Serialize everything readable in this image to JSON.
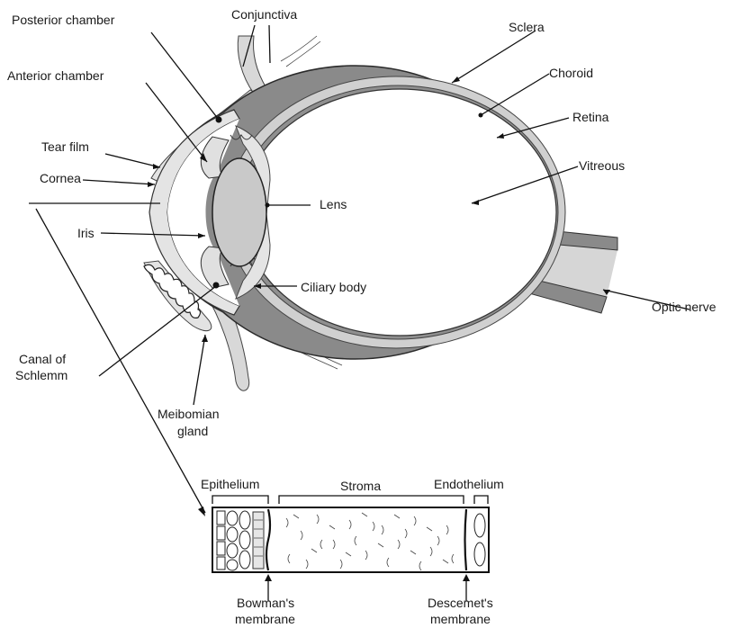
{
  "figure": {
    "title": "",
    "labels": {
      "posterior_chamber": "Posterior chamber",
      "conjunctiva": "Conjunctiva",
      "sclera": "Sclera",
      "anterior_chamber": "Anterior chamber",
      "choroid": "Choroid",
      "retina": "Retina",
      "tear_film": "Tear film",
      "vitreous": "Vitreous",
      "cornea": "Cornea",
      "lens": "Lens",
      "iris": "Iris",
      "ciliary_body": "Ciliary body",
      "optic_nerve": "Optic nerve",
      "canal_line1": "Canal of",
      "canal_line2": "Schlemm",
      "meibomian_line1": "Meibomian",
      "meibomian_line2": "gland"
    },
    "cornea_section": {
      "epithelium": "Epithelium",
      "stroma": "Stroma",
      "endothelium": "Endothelium",
      "bowman_line1": "Bowman's",
      "bowman_line2": "membrane",
      "descemet_line1": "Descemet's",
      "descemet_line2": "membrane"
    }
  },
  "colors": {
    "sclera": "#8a8a8a",
    "choroid": "#d0d0d0",
    "retina": "#8f8f8f",
    "lens": "#c9c9c9",
    "tissue": "#dedede",
    "optic_nerve_core": "#d6d6d6",
    "line": "#111111"
  }
}
